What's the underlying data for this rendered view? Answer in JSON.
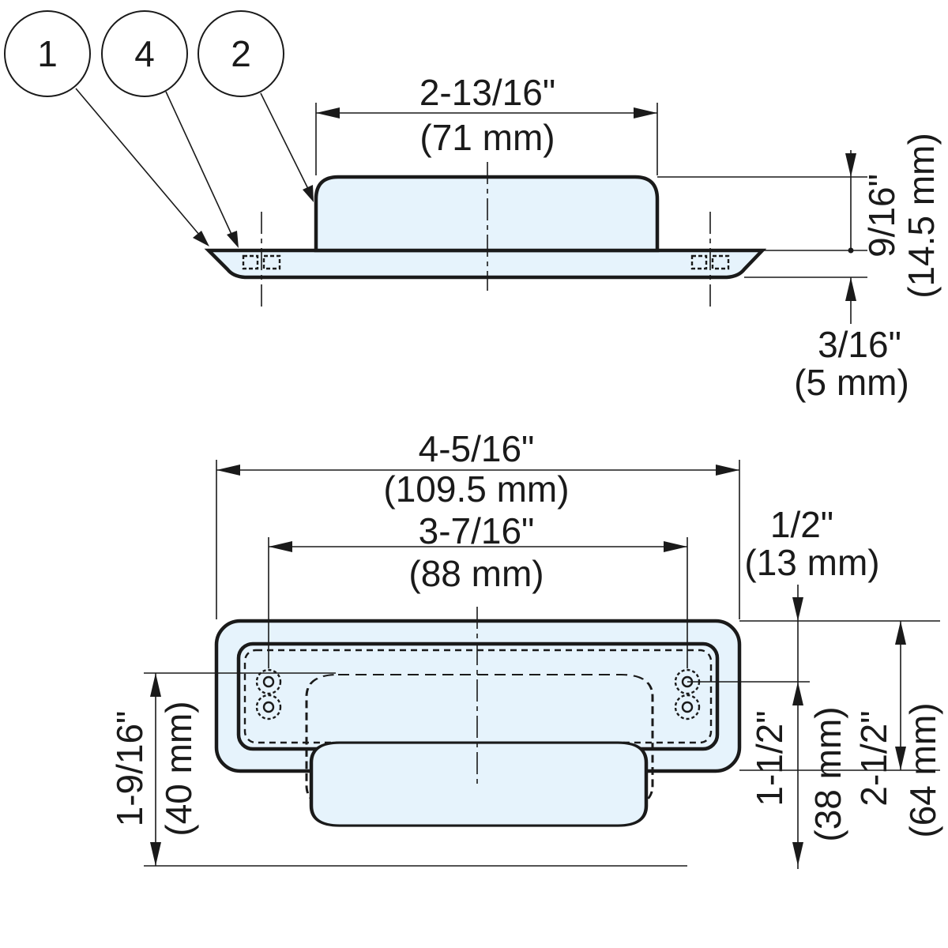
{
  "colors": {
    "part_fill": "#e6f3fc",
    "line": "#1a1a1a",
    "background": "#ffffff"
  },
  "callouts": [
    {
      "label": "1"
    },
    {
      "label": "4"
    },
    {
      "label": "2"
    }
  ],
  "side_view": {
    "dim_width": {
      "inch": "2-13/16\"",
      "mm": "(71 mm)"
    },
    "dim_height": {
      "inch": "9/16\"",
      "mm": "(14.5 mm)"
    },
    "dim_flange": {
      "inch": "3/16\"",
      "mm": "(5 mm)"
    }
  },
  "top_view": {
    "dim_overall_width": {
      "inch": "4-5/16\"",
      "mm": "(109.5 mm)"
    },
    "dim_hole_spacing_x": {
      "inch": "3-7/16\"",
      "mm": "(88 mm)"
    },
    "dim_edge_offset": {
      "inch": "1/2\"",
      "mm": "(13 mm)"
    },
    "dim_hole_spacing_y_left": {
      "inch": "1-9/16\"",
      "mm": "(40 mm)"
    },
    "dim_hole_spacing_y_right": {
      "inch": "1-1/2\"",
      "mm": "(38 mm)"
    },
    "dim_overall_height": {
      "inch": "2-1/2\"",
      "mm": "(64 mm)"
    }
  }
}
